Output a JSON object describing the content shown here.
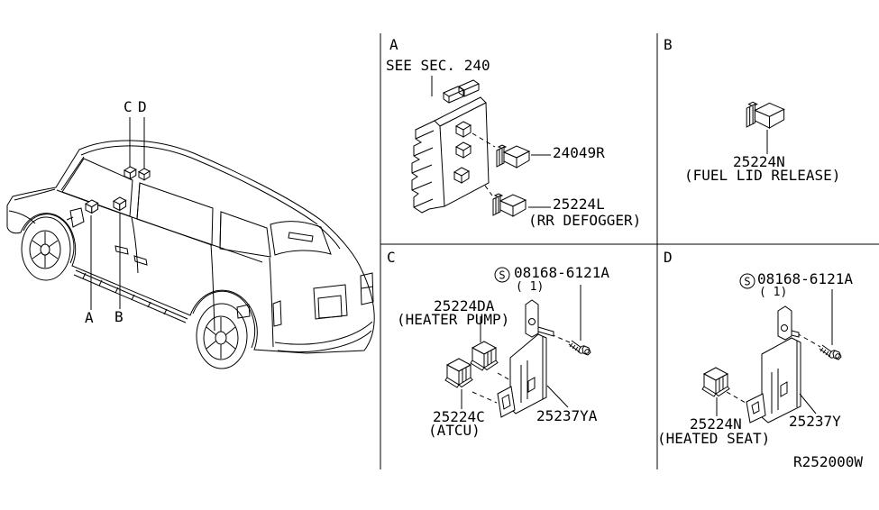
{
  "page": {
    "ref_code": "R252000W",
    "ink_color": "#000000",
    "paper_color": "#ffffff"
  },
  "vehicle": {
    "callout_a": "A",
    "callout_b": "B",
    "callout_c": "C",
    "callout_d": "D"
  },
  "section_a": {
    "letter": "A",
    "see_note": "SEE SEC. 240",
    "relay_top": "24049R",
    "relay_bottom": "25224L",
    "relay_bottom_name": "(RR DEFOGGER)"
  },
  "section_b": {
    "letter": "B",
    "relay": "25224N",
    "relay_name": "(FUEL LID RELEASE)"
  },
  "section_c": {
    "letter": "C",
    "screw_symbol": "S",
    "screw_number": "08168-6121A",
    "screw_qty": "( 1)",
    "relay1": "25224DA",
    "relay1_name": "(HEATER PUMP)",
    "relay2": "25224C",
    "relay2_name": "(ATCU)",
    "bracket": "25237YA"
  },
  "section_d": {
    "letter": "D",
    "screw_symbol": "S",
    "screw_number": "08168-6121A",
    "screw_qty": "( 1)",
    "relay": "25224N",
    "relay_name": "(HEATED SEAT)",
    "bracket": "25237Y"
  }
}
